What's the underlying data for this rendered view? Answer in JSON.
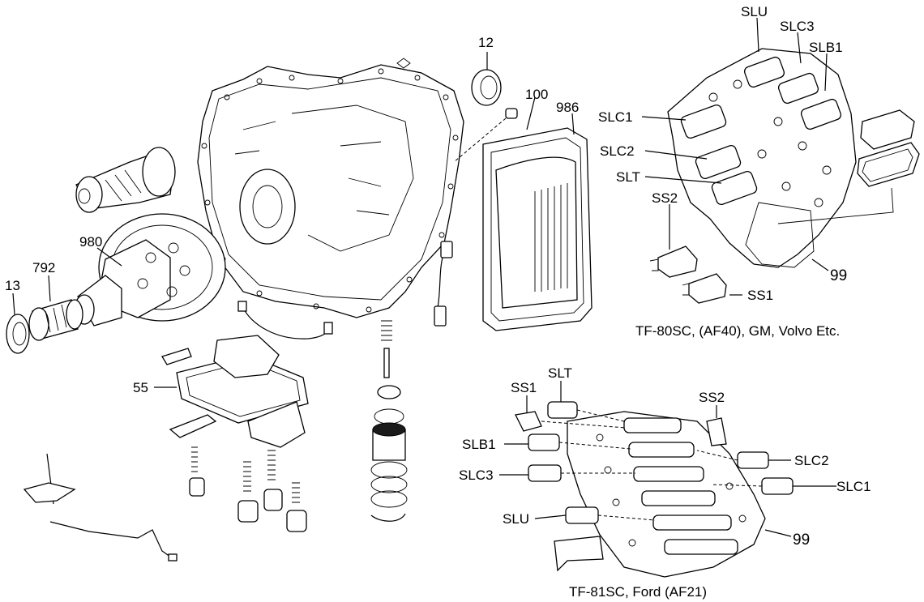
{
  "labels": {
    "n12": "12",
    "n100": "100",
    "n986": "986",
    "n980": "980",
    "n792": "792",
    "n13": "13",
    "n55": "55",
    "slu_a": "SLU",
    "slc3_a": "SLC3",
    "slb1_a": "SLB1",
    "slc1_a": "SLC1",
    "slc2_a": "SLC2",
    "slt_a": "SLT",
    "ss2_a": "SS2",
    "ss1_a": "SS1",
    "n99_a": "99",
    "ss1_b": "SS1",
    "slt_b": "SLT",
    "ss2_b": "SS2",
    "slb1_b": "SLB1",
    "slc2_b": "SLC2",
    "slc3_b": "SLC3",
    "slc1_b": "SLC1",
    "slu_b": "SLU",
    "n99_b": "99"
  },
  "captions": {
    "top": "TF-80SC, (AF40), GM, Volvo Etc.",
    "bottom": "TF-81SC, Ford (AF21)"
  }
}
